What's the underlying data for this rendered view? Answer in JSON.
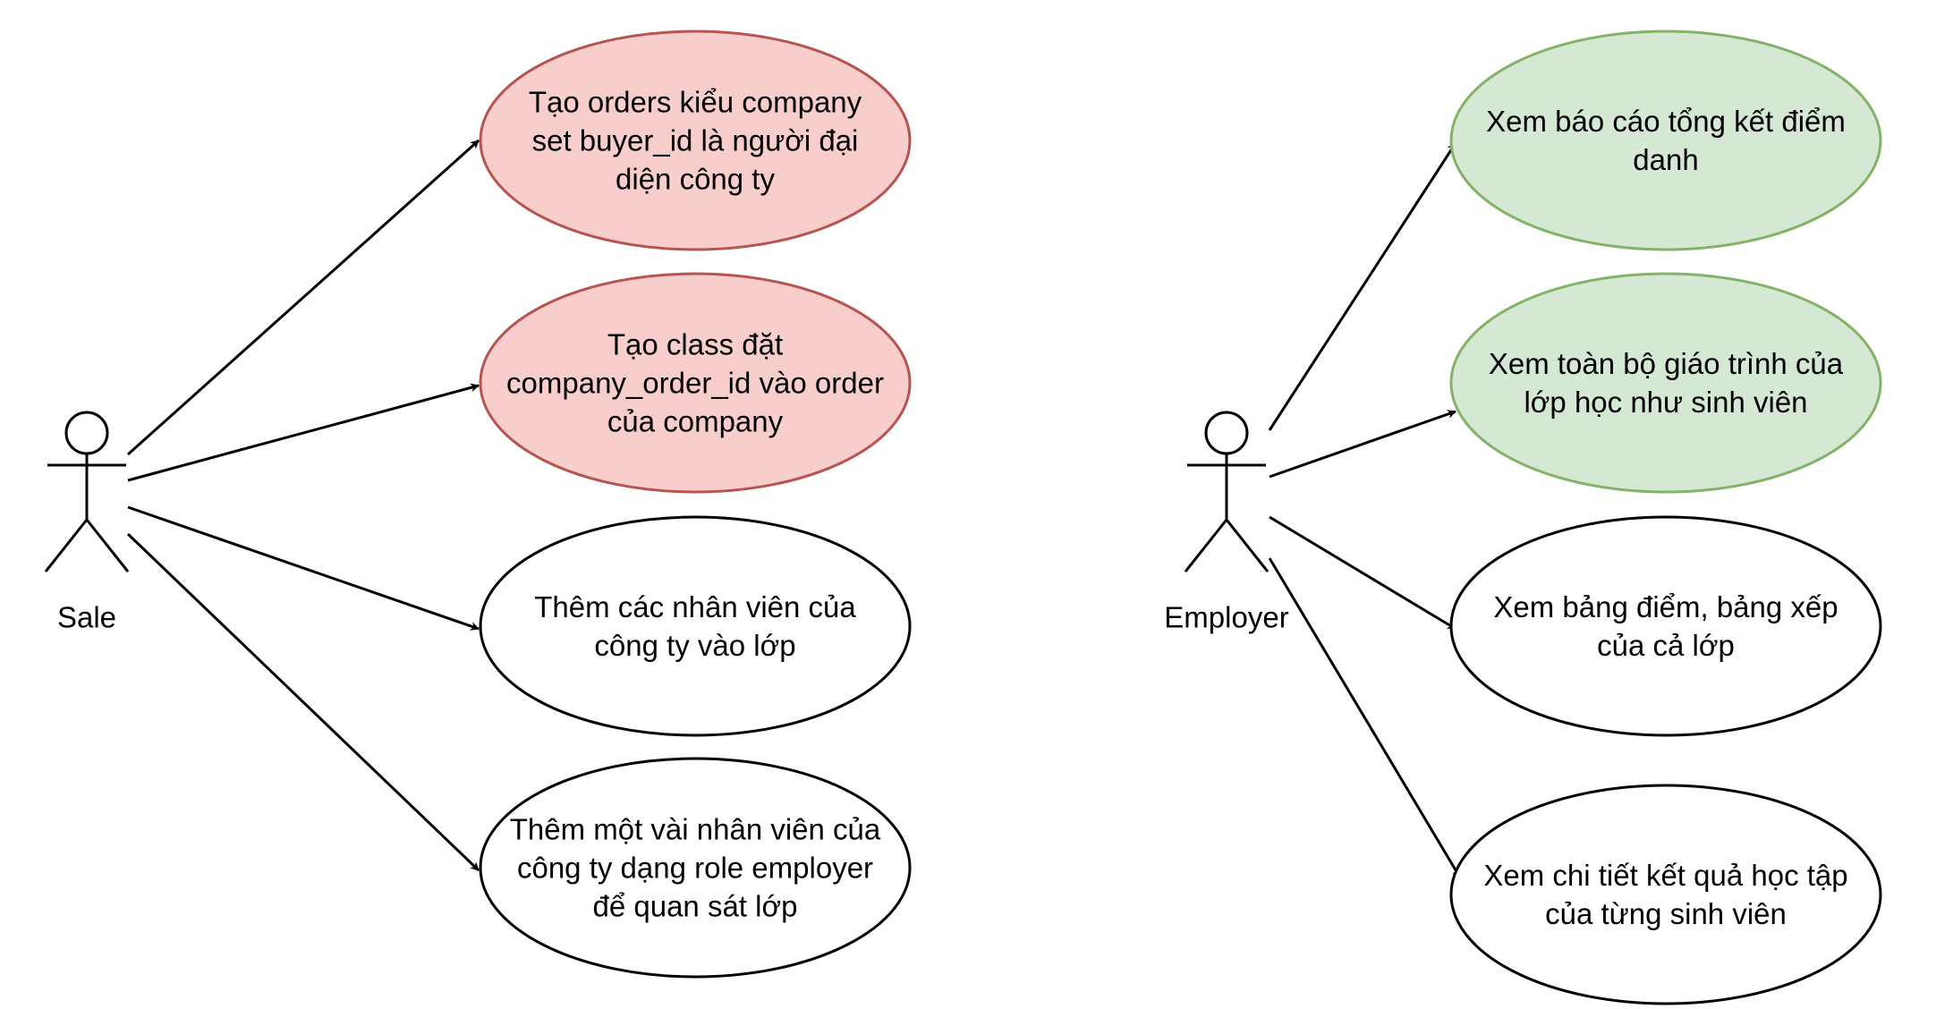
{
  "actors": [
    {
      "id": "sale",
      "label": "Sale"
    },
    {
      "id": "employer",
      "label": "Employer"
    }
  ],
  "use_cases": [
    {
      "id": "uc1",
      "actor": "sale",
      "fill": "#f8cecc",
      "stroke": "#b85450",
      "lines": [
        "Tạo orders kiểu company",
        "set buyer_id là người đại",
        "diện công ty"
      ]
    },
    {
      "id": "uc2",
      "actor": "sale",
      "fill": "#f8cecc",
      "stroke": "#b85450",
      "lines": [
        "Tạo class đặt",
        "company_order_id vào order",
        "của company"
      ]
    },
    {
      "id": "uc3",
      "actor": "sale",
      "fill": "#ffffff",
      "stroke": "#000000",
      "lines": [
        "Thêm các nhân viên của",
        "công ty vào lớp"
      ]
    },
    {
      "id": "uc4",
      "actor": "sale",
      "fill": "#ffffff",
      "stroke": "#000000",
      "lines": [
        "Thêm một vài nhân viên của",
        "công ty dạng role employer",
        "để quan sát lớp"
      ]
    },
    {
      "id": "uc5",
      "actor": "employer",
      "fill": "#d5e8d4",
      "stroke": "#82b366",
      "lines": [
        "Xem báo cáo tổng kết điểm",
        "danh"
      ]
    },
    {
      "id": "uc6",
      "actor": "employer",
      "fill": "#d5e8d4",
      "stroke": "#82b366",
      "lines": [
        "Xem toàn bộ giáo trình của",
        "lớp học như sinh viên"
      ]
    },
    {
      "id": "uc7",
      "actor": "employer",
      "fill": "#ffffff",
      "stroke": "#000000",
      "lines": [
        "Xem bảng điểm, bảng xếp",
        "của cả lớp"
      ]
    },
    {
      "id": "uc8",
      "actor": "employer",
      "fill": "#ffffff",
      "stroke": "#000000",
      "lines": [
        "Xem chi tiết kết quả học tập",
        "của từng sinh viên"
      ]
    }
  ]
}
